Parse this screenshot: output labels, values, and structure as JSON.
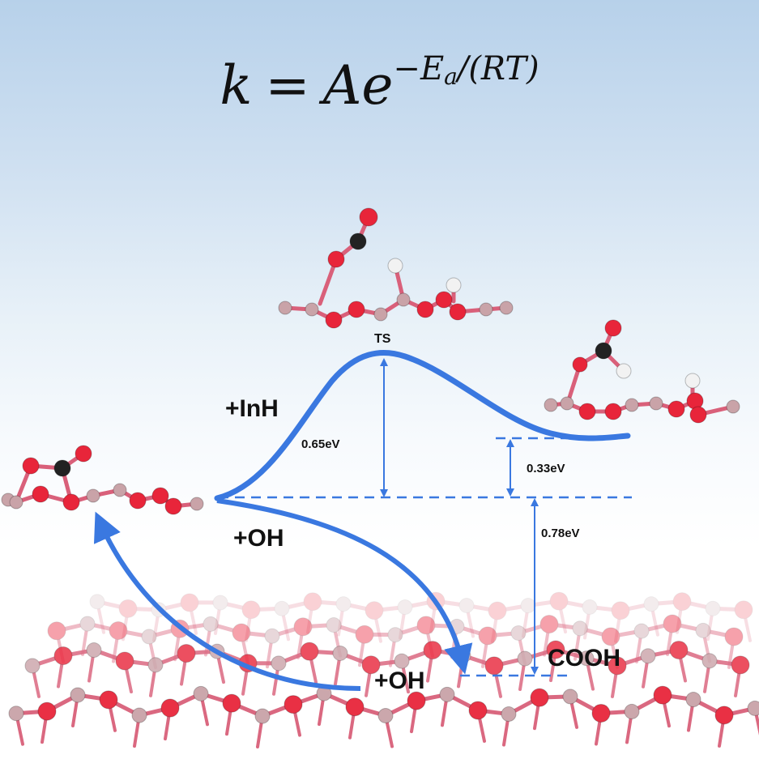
{
  "formula": {
    "k": "k",
    "eq": "=",
    "A": "A",
    "e": "e",
    "minus": "−",
    "E": "E",
    "a": "a",
    "rest": "/(RT)"
  },
  "labels": {
    "ts": "TS",
    "inh": "+InH",
    "oh_upper": "+OH",
    "oh_lower": "+OH",
    "cooh": "COOH",
    "ea_ts": "0.65eV",
    "e_right": "0.33eV",
    "e_cooh": "0.78eV"
  },
  "colors": {
    "curve": "#3a78e0",
    "dashed": "#3a78e0",
    "oxygen": "#e8253a",
    "indium": "#c9a3a8",
    "carbon": "#222222",
    "hydrogen": "#f2f2f2",
    "bond": "#d9607a"
  }
}
